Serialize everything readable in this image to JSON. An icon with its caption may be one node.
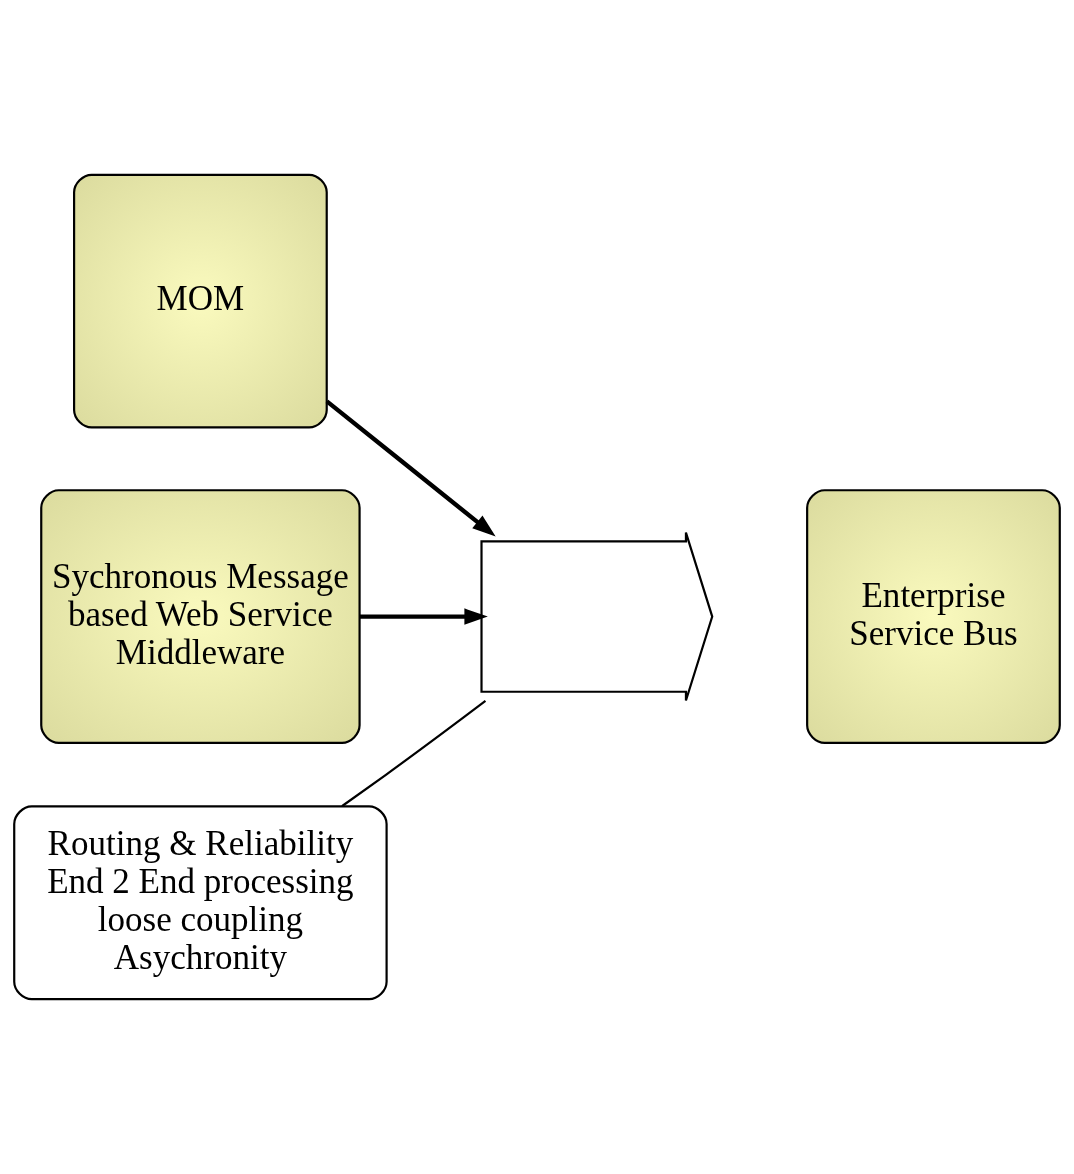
{
  "diagram": {
    "nodes": [
      {
        "text": [
          "MOM"
        ]
      },
      {
        "text": [
          "Sychronous Message based Web Service Middleware"
        ]
      },
      {
        "text": [],
        "shape": "arrow"
      },
      {
        "text": [
          "Routing & Reliability End 2 End processing loose coupling Asychronity"
        ]
      },
      {
        "text": [
          "Enterprise Service Bus"
        ]
      }
    ],
    "edges": [
      {
        "from": 0,
        "to": 2,
        "arrow": "to"
      },
      {
        "from": 1,
        "to": 2,
        "arrow": "to"
      },
      {
        "from": 3,
        "to": 2,
        "arrow": "none"
      }
    ]
  }
}
